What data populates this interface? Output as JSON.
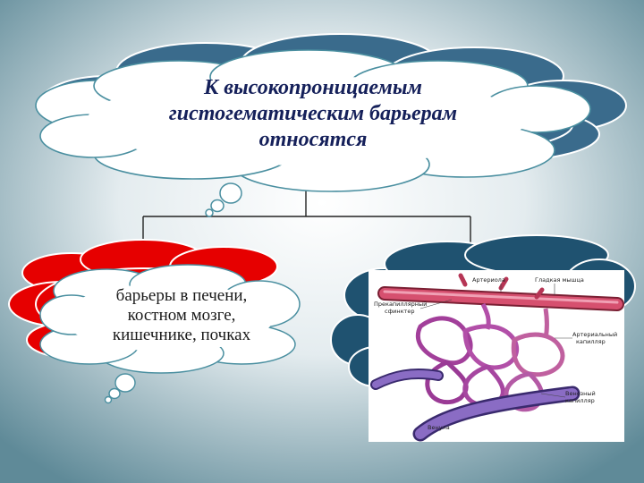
{
  "top_cloud": {
    "lines": [
      "К высокопроницаемым",
      "гистогематическим барьерам",
      "относятся"
    ]
  },
  "left_cloud": {
    "lines": [
      "барьеры в печени,",
      "костном мозге,",
      "кишечнике, почках"
    ]
  },
  "illustration": {
    "labels": {
      "arteriole": "Артериола",
      "smooth_muscle": "Гладкая мышца",
      "precapillary_line1": "Прекапиллярный",
      "precapillary_line2": "сфинктер",
      "arterial_cap_line1": "Артериальный",
      "arterial_cap_line2": "капилляр",
      "venous_cap_line1": "Венозный",
      "venous_cap_line2": "капилляр",
      "venule": "Венула"
    }
  },
  "colors": {
    "top_cloud_back": "#3a6b8c",
    "left_cloud_back": "#e60000",
    "right_cloud_back": "#1f5270",
    "cloud_front": "#ffffff",
    "title_text": "#15205a",
    "connector": "#222222"
  }
}
